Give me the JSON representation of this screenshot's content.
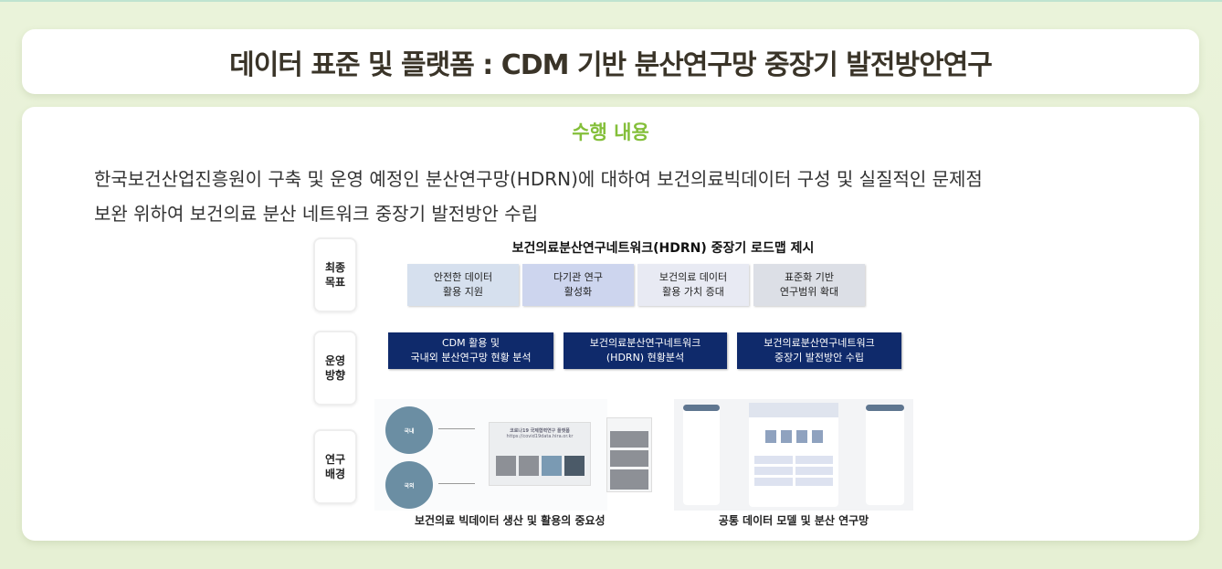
{
  "header": {
    "title": "데이터 표준 및 플랫폼 : CDM 기반 분산연구망 중장기 발전방안연구"
  },
  "main": {
    "section_title": "수행 내용",
    "description_lines": [
      "한국보건산업진흥원이 구축 및 운영 예정인 분산연구망(HDRN)에 대하여 보건의료빅데이터 구성 및 실질적인 문제점",
      "보완 위하여 보건의료 분산 네트워크 중장기 발전방안 수립"
    ],
    "roadmap": {
      "title": "보건의료분산연구네트워크(HDRN) 중장기 로드맵 제시",
      "rows": [
        {
          "label": "최종\n목표"
        },
        {
          "label": "운영\n방향"
        },
        {
          "label": "연구\n배경"
        }
      ],
      "goals": [
        "안전한 데이터\n활용 지원",
        "다기관 연구\n활성화",
        "보건의료 데이터\n활용 가치 증대",
        "표준화 기반\n연구범위 확대"
      ],
      "directions": [
        "CDM 활용 및\n국내외 분산연구망 현황 분석",
        "보건의료분산연구네트워크\n(HDRN) 현황분석",
        "보건의료분산연구네트워크\n중장기 발전방안 수립"
      ],
      "figures": [
        {
          "caption": "보건의료 빅데이터 생산 및 활용의 중요성",
          "domestic": "국내",
          "overseas": "국외",
          "platform": "코로나19 국제협력연구 플랫폼",
          "url": "https://covid19data.hira.or.kr"
        },
        {
          "caption": "공통 데이터 모델 및 분산 연구망"
        }
      ]
    }
  },
  "colors": {
    "accent": "#84bf3a",
    "navy": "#0f2a6b",
    "goal_bg": [
      "#d6e0ee",
      "#cdd5ee",
      "#e8eaf3",
      "#dcdfe6"
    ]
  }
}
